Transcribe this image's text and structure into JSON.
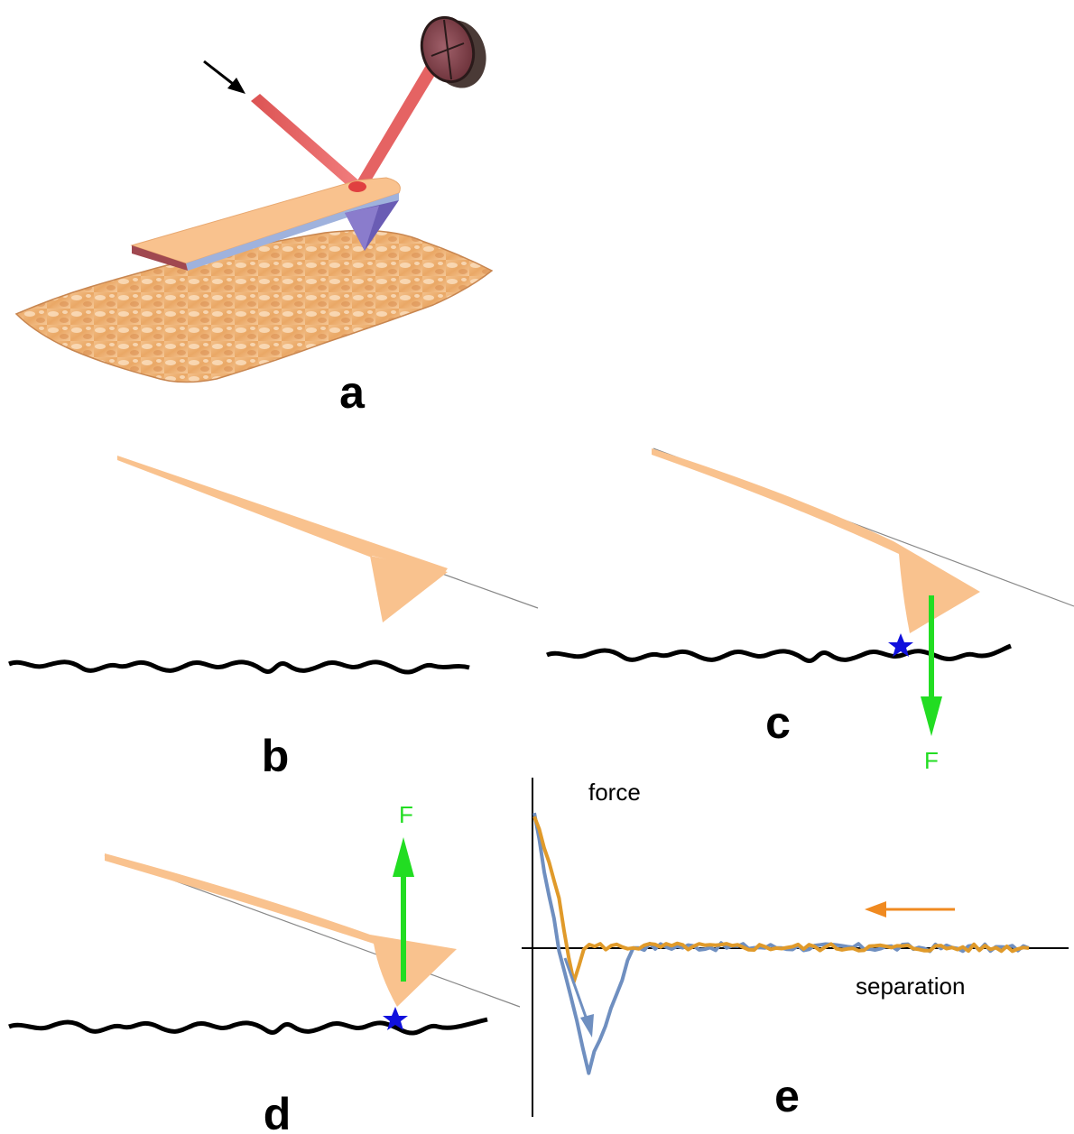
{
  "panels": {
    "a": {
      "label": "a"
    },
    "b": {
      "label": "b"
    },
    "c": {
      "label": "c",
      "force_label": "F"
    },
    "d": {
      "label": "d",
      "force_label": "F"
    },
    "e": {
      "label": "e"
    }
  },
  "plot": {
    "y_label": "force",
    "x_label": "separation"
  },
  "colors": {
    "cantilever": "#f9c28e",
    "laser": "#e04040",
    "surface_line": "#000000",
    "contact_star": "#1010dd",
    "force_arrow": "#22dd22",
    "approach_curve": "#e09a2a",
    "retract_curve": "#6f8fc0"
  },
  "chart_data": {
    "type": "line",
    "xlabel": "separation",
    "ylabel": "force",
    "series": [
      {
        "values": [
          [
            0.0,
            0.78
          ],
          [
            0.05,
            0.3
          ],
          [
            0.08,
            -0.22
          ],
          [
            0.1,
            0.01
          ],
          [
            1.0,
            0.0
          ]
        ]
      },
      {
        "values": [
          [
            0.0,
            0.78
          ],
          [
            0.05,
            0.0
          ],
          [
            0.11,
            -0.72
          ],
          [
            0.2,
            0.01
          ],
          [
            1.0,
            0.0
          ]
        ]
      }
    ]
  }
}
